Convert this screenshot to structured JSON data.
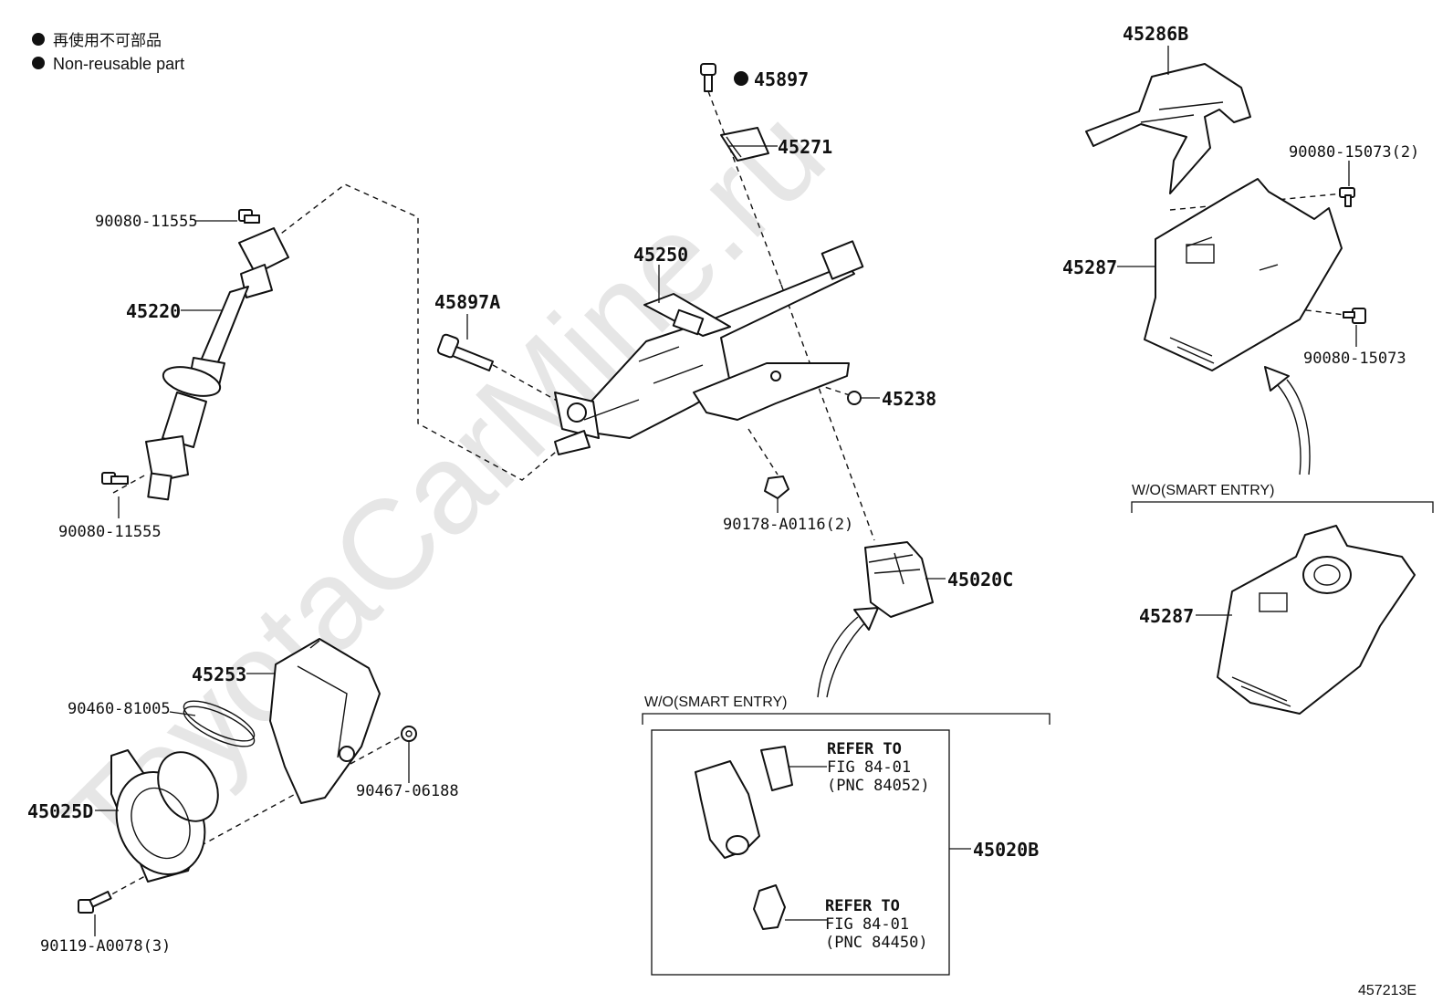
{
  "legend": {
    "marker_color": "#111111",
    "line_jp": "再使用不可部品",
    "line_en": "Non-reusable part"
  },
  "watermark": "ToyotaCarMine.ru",
  "figure_id": "457213E",
  "parts": {
    "p45897": "45897",
    "p45271": "45271",
    "p45250": "45250",
    "p45897A": "45897A",
    "p45238": "45238",
    "p90178": "90178-A0116(2)",
    "p45020C": "45020C",
    "p45220": "45220",
    "p90080_top": "90080-11555",
    "p90080_bot": "90080-11555",
    "p45253": "45253",
    "p90460": "90460-81005",
    "p90467": "90467-06188",
    "p45025D": "45025D",
    "p90119": "90119-A0078(3)",
    "p45286B": "45286B",
    "p90080_15073_2": "90080-15073(2)",
    "p45287_a": "45287",
    "p90080_15073": "90080-15073",
    "p45287_b": "45287",
    "p45020B": "45020B"
  },
  "groups": {
    "smart_entry_right": "W/O(SMART ENTRY)",
    "smart_entry_bottom": "W/O(SMART ENTRY)"
  },
  "refs": {
    "ref1_line1": "REFER TO",
    "ref1_line2": "FIG 84-01",
    "ref1_line3": "(PNC 84052)",
    "ref2_line1": "REFER TO",
    "ref2_line2": "FIG 84-01",
    "ref2_line3": "(PNC 84450)"
  }
}
